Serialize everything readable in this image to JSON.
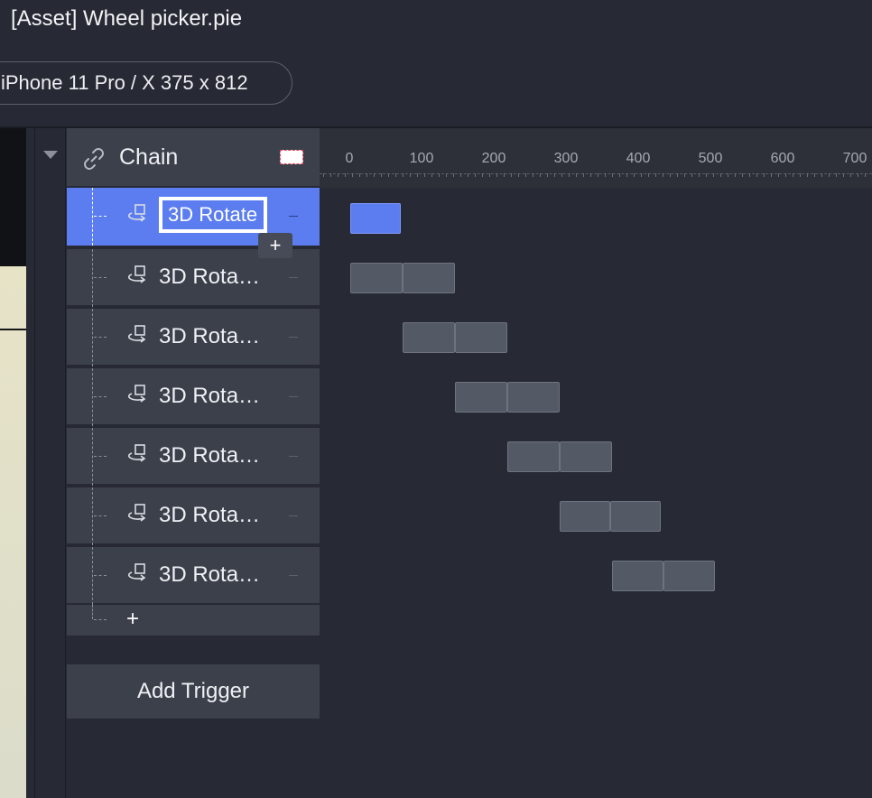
{
  "window": {
    "title": "[Asset] Wheel picker.pie"
  },
  "device": {
    "label": "iPhone 11 Pro / X  375 x 812"
  },
  "chain": {
    "label": "Chain",
    "icon": "link-icon"
  },
  "rows": [
    {
      "label": "3D Rotate",
      "editing": true
    },
    {
      "label": "3D Rota…"
    },
    {
      "label": "3D Rota…"
    },
    {
      "label": "3D Rota…"
    },
    {
      "label": "3D Rota…"
    },
    {
      "label": "3D Rota…"
    },
    {
      "label": "3D Rota…"
    }
  ],
  "add_child_label": "+",
  "add_row_label": "+",
  "add_trigger_label": "Add Trigger",
  "timeline": {
    "ruler_labels": [
      "0",
      "100",
      "200",
      "300",
      "400",
      "500",
      "600",
      "700"
    ],
    "animations": [
      {
        "delay": 0,
        "duration": 70
      },
      {
        "delay": 0,
        "duration": 145
      },
      {
        "delay": 72,
        "duration": 145
      },
      {
        "delay": 145,
        "duration": 145
      },
      {
        "delay": 217,
        "duration": 145
      },
      {
        "delay": 290,
        "duration": 140
      },
      {
        "delay": 362,
        "duration": 143
      }
    ]
  },
  "colors": {
    "accent": "#5b7df0",
    "panel": "#3c404b",
    "background": "#272a34"
  }
}
